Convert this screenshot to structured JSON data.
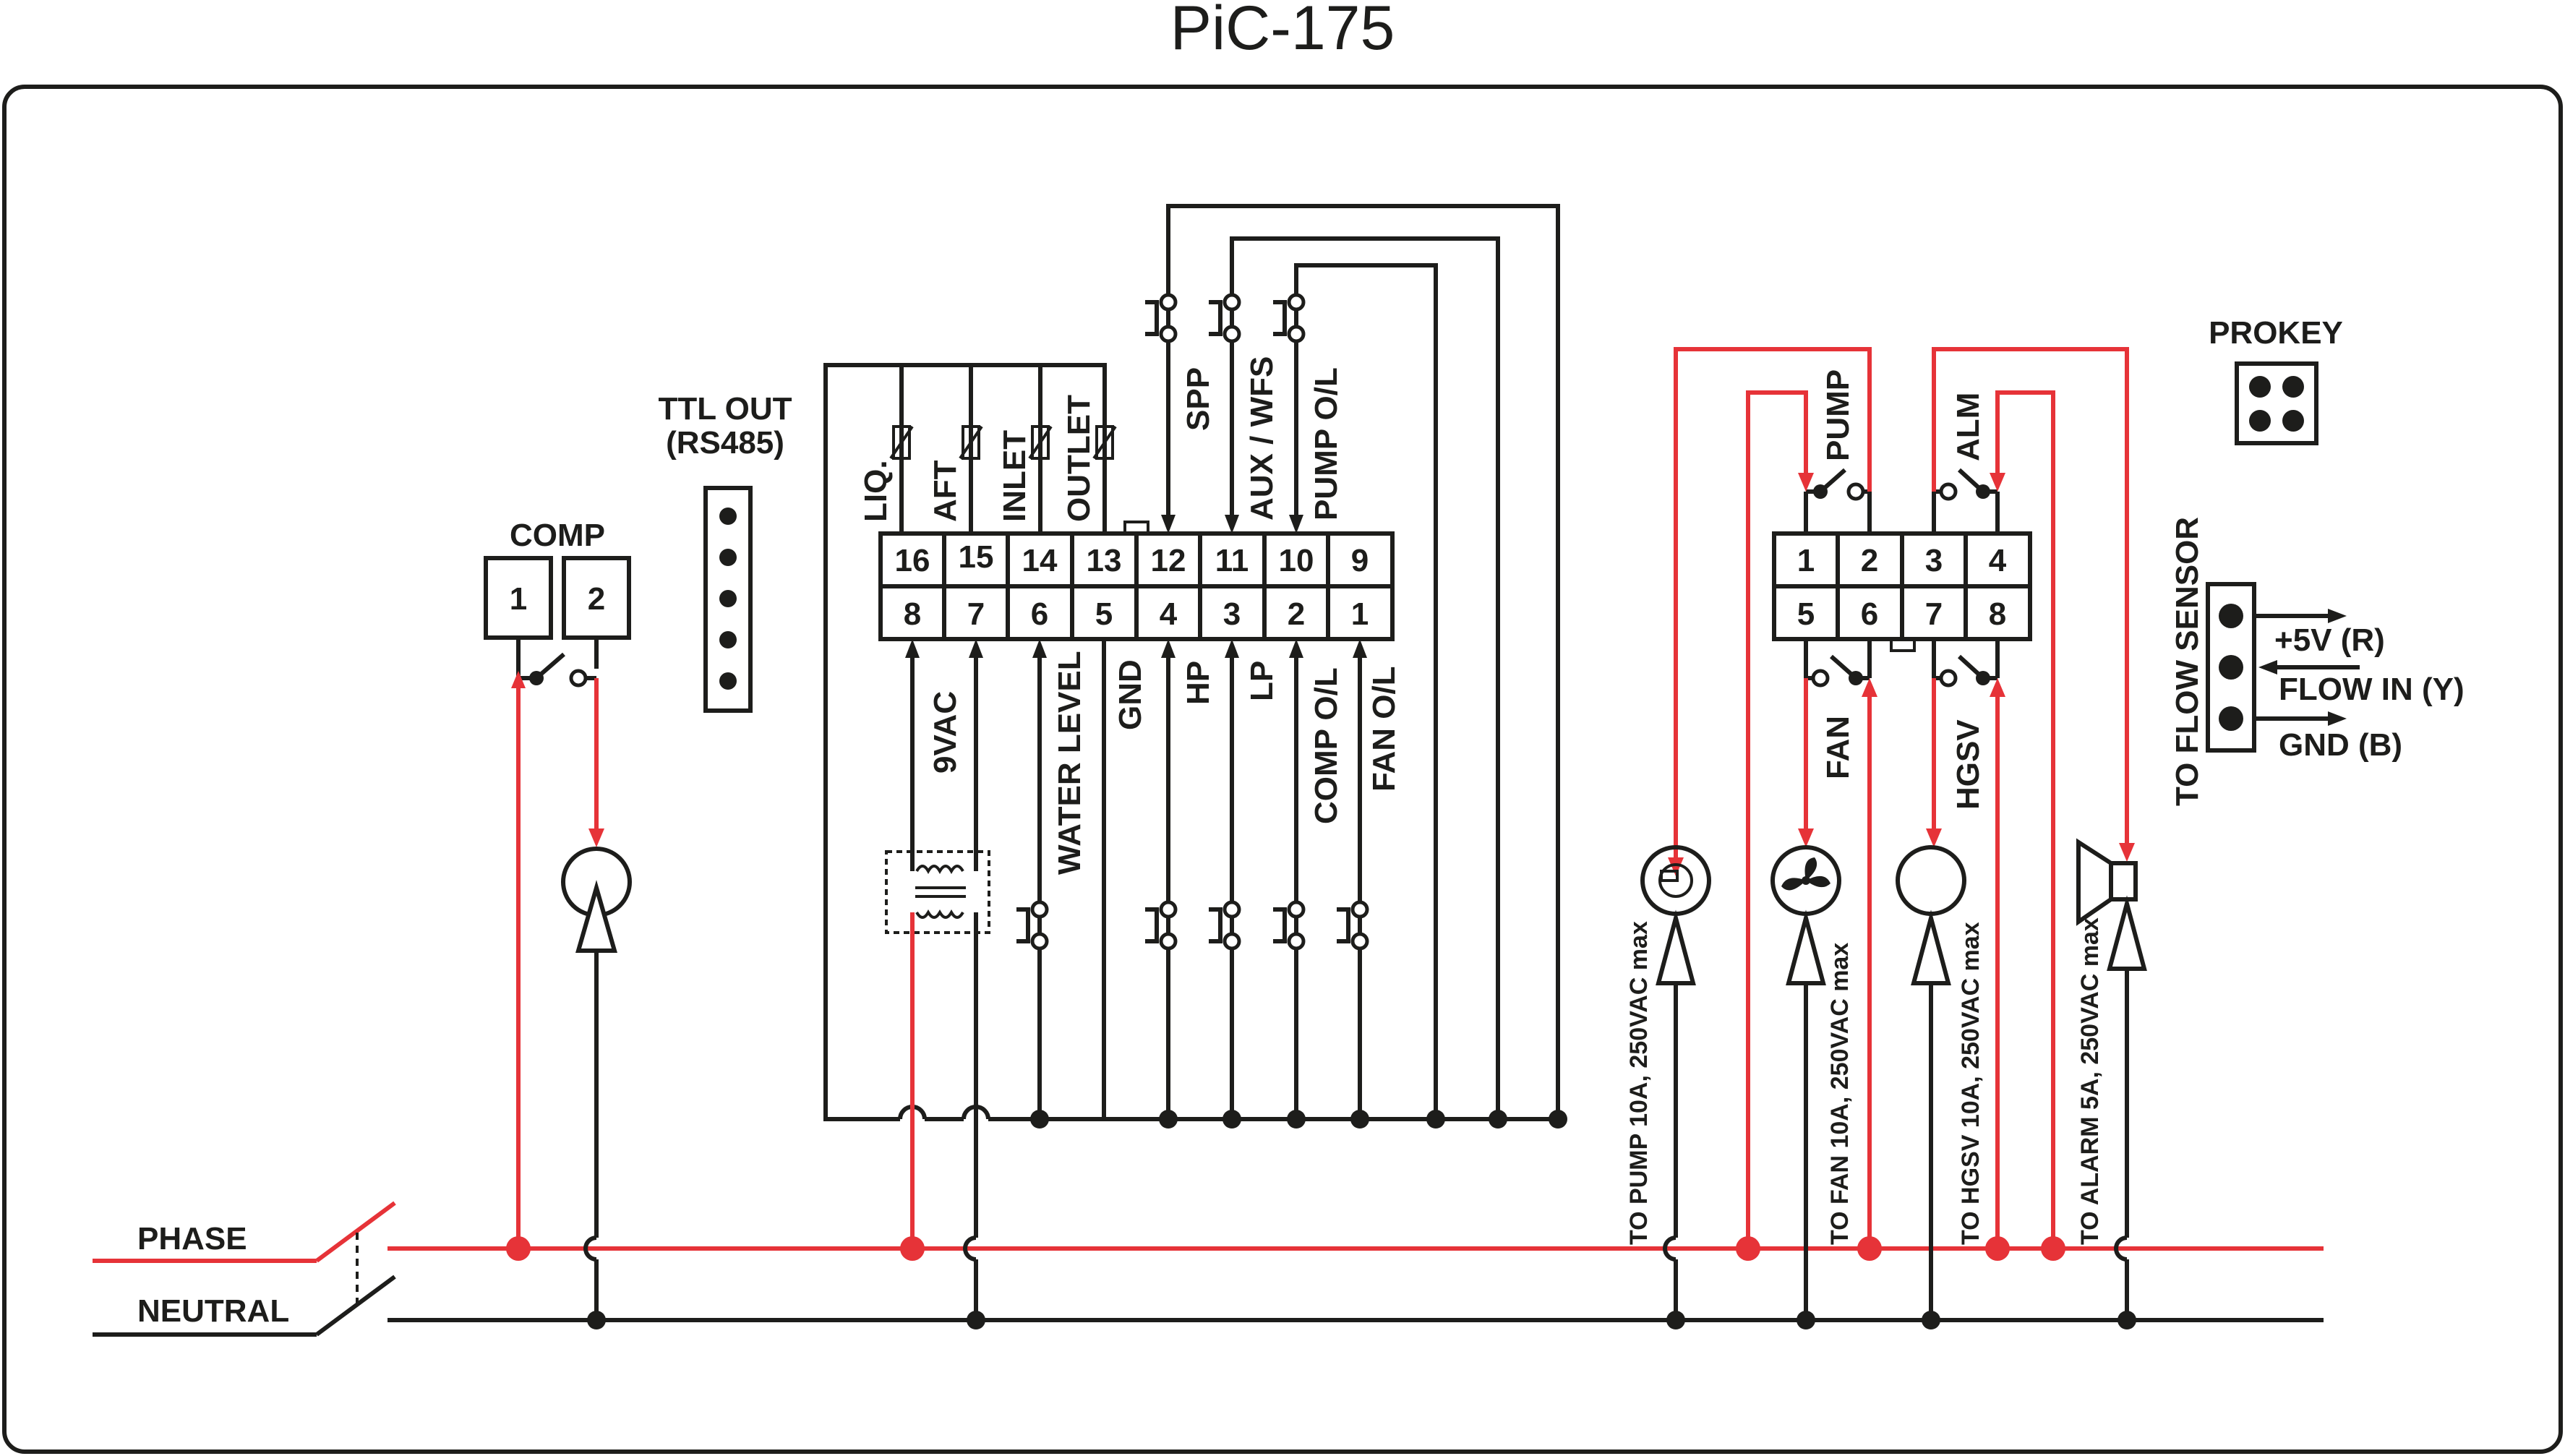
{
  "title": "PiC-175",
  "comp": {
    "label": "COMP",
    "terminals": [
      "1",
      "2"
    ]
  },
  "ttl": {
    "line1": "TTL OUT",
    "line2": "(RS485)"
  },
  "terminal_block_left": {
    "top_row": [
      "16",
      "15",
      "14",
      "13",
      "12",
      "11",
      "10",
      "9"
    ],
    "bottom_row": [
      "8",
      "7",
      "6",
      "5",
      "4",
      "3",
      "2",
      "1"
    ]
  },
  "probes": [
    "LIQ.",
    "AFT",
    "INLET",
    "OUTLET"
  ],
  "upper_inputs": [
    "SPP",
    "AUX / WFS",
    "PUMP O/L"
  ],
  "lower_inputs": [
    "9VAC",
    "WATER LEVEL",
    "GND",
    "HP",
    "LP",
    "COMP O/L",
    "FAN O/L"
  ],
  "terminal_block_right": {
    "top_row": [
      "1",
      "2",
      "3",
      "4"
    ],
    "bottom_row": [
      "5",
      "6",
      "7",
      "8"
    ]
  },
  "relays_top": [
    "PUMP",
    "ALM"
  ],
  "relays_bottom": [
    "FAN",
    "HGSV"
  ],
  "prokey": {
    "label": "PROKEY"
  },
  "flow_sensor": {
    "label": "TO FLOW SENSOR",
    "pins": [
      "+5V (R)",
      "FLOW IN (Y)",
      "GND (B)"
    ]
  },
  "loads": [
    "TO PUMP 10A, 250VAC max",
    "TO FAN 10A, 250VAC max",
    "TO HGSV 10A, 250VAC max",
    "TO ALARM 5A, 250VAC max"
  ],
  "mains": {
    "phase": "PHASE",
    "neutral": "NEUTRAL"
  },
  "colors": {
    "phase_wire": "#e63338",
    "neutral_wire": "#1d1d1b"
  }
}
